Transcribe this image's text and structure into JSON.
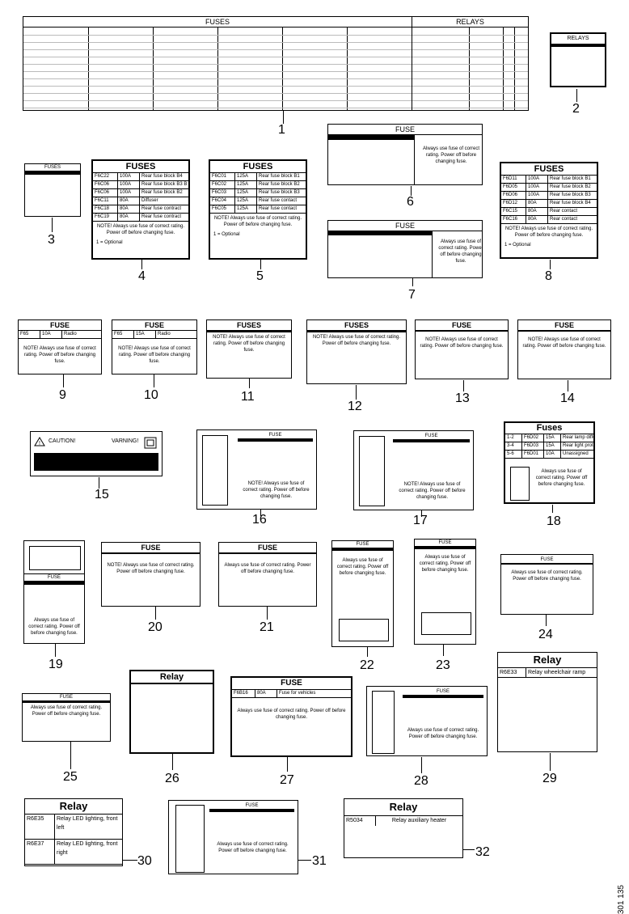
{
  "doc_code": "301 135",
  "callouts": [
    "1",
    "2",
    "3",
    "4",
    "5",
    "6",
    "7",
    "8",
    "9",
    "10",
    "11",
    "12",
    "13",
    "14",
    "15",
    "16",
    "17",
    "18",
    "19",
    "20",
    "21",
    "22",
    "23",
    "24",
    "25",
    "26",
    "27",
    "28",
    "29",
    "30",
    "31",
    "32"
  ],
  "label1": {
    "fuses_title": "FUSES",
    "relays_title": "RELAYS"
  },
  "label2": {
    "title": "RELAYS"
  },
  "label3": {
    "title": "FUSES"
  },
  "label4": {
    "title": "FUSES",
    "rows": [
      {
        "code": "F6C22",
        "rating": "100A",
        "desc": "Rear fuse block B4"
      },
      {
        "code": "F6C06",
        "rating": "100A",
        "desc": "Rear fuse block B3 B"
      },
      {
        "code": "F6C06",
        "rating": "100A",
        "desc": "Rear fuse block B2"
      },
      {
        "code": "F6C11",
        "rating": "80A",
        "desc": "Diffuser"
      },
      {
        "code": "F6C18",
        "rating": "80A",
        "desc": "Rear fuse contract"
      },
      {
        "code": "F6C19",
        "rating": "80A",
        "desc": "Rear fuse contract"
      }
    ],
    "note": "NOTE! Always use fuse of correct rating. Power off before changing fuse.",
    "footer": "1 = Optional"
  },
  "label5": {
    "title": "FUSES",
    "rows": [
      {
        "code": "F6C01",
        "rating": "125A",
        "desc": "Rear fuse block B1"
      },
      {
        "code": "F6C02",
        "rating": "125A",
        "desc": "Rear fuse block B2"
      },
      {
        "code": "F6C03",
        "rating": "125A",
        "desc": "Rear fuse block B3"
      },
      {
        "code": "F6C04",
        "rating": "125A",
        "desc": "Rear fuse contact"
      },
      {
        "code": "F6C05",
        "rating": "125A",
        "desc": "Rear fuse contact"
      }
    ],
    "note": "NOTE! Always use fuse of correct rating. Power off before changing fuse.",
    "footer": "1 = Optional"
  },
  "label6": {
    "title": "FUSE",
    "note": "Always use fuse of correct rating. Power off before changing fuse."
  },
  "label7": {
    "title": "FUSE",
    "note": "Always use fuse of correct rating. Power off before changing fuse."
  },
  "label8": {
    "title": "FUSES",
    "rows": [
      {
        "code": "F6D11",
        "rating": "100A",
        "desc": "Rear fuse block B1"
      },
      {
        "code": "F6D05",
        "rating": "100A",
        "desc": "Rear fuse block B2"
      },
      {
        "code": "F6D06",
        "rating": "100A",
        "desc": "Rear fuse block B3"
      },
      {
        "code": "F6D12",
        "rating": "80A",
        "desc": "Rear fuse block B4"
      },
      {
        "code": "F6C15",
        "rating": "80A",
        "desc": "Rear contact"
      },
      {
        "code": "F6C16",
        "rating": "80A",
        "desc": "Rear contact"
      }
    ],
    "note": "NOTE! Always use fuse of correct rating. Power off before changing fuse.",
    "footer": "1 = Optional"
  },
  "label9": {
    "title": "FUSE",
    "code": "F65",
    "rating": "10A",
    "desc": "Radio",
    "note": "NOTE! Always use fuse of correct rating. Power off before changing fuse."
  },
  "label10": {
    "title": "FUSE",
    "code": "F65",
    "rating": "15A",
    "desc": "Radio",
    "note": "NOTE! Always use fuse of correct rating. Power off before changing fuse."
  },
  "label11": {
    "title": "FUSES",
    "note": "NOTE! Always use fuse of correct rating. Power off before changing fuse."
  },
  "label12": {
    "title": "FUSES",
    "note": "NOTE! Always use fuse of correct rating. Power off before changing fuse."
  },
  "label13": {
    "title": "FUSE",
    "note": "NOTE! Always use fuse of correct rating. Power off before changing fuse."
  },
  "label14": {
    "title": "FUSE",
    "note": "NOTE! Always use fuse of correct rating. Power off before changing fuse."
  },
  "label15": {
    "left_title": "CAUTION!",
    "right_title": "VARNING!"
  },
  "label16": {
    "title": "FUSE",
    "note": "NOTE! Always use fuse of correct rating. Power off before changing fuse."
  },
  "label17": {
    "title": "FUSE",
    "note": "NOTE! Always use fuse of correct rating. Power off before changing fuse."
  },
  "label18": {
    "title": "Fuses",
    "rows": [
      {
        "pos": "1-2",
        "code": "F6D02",
        "rating": "15A",
        "desc": "Rear lamp difference"
      },
      {
        "pos": "3-4",
        "code": "F6D03",
        "rating": "15A",
        "desc": "Rear light protector"
      },
      {
        "pos": "5-6",
        "code": "F6D01",
        "rating": "10A",
        "desc": "Unassigned"
      }
    ],
    "note": "Always use fuse of correct rating. Power off before changing fuse."
  },
  "label19": {
    "title": "FUSE",
    "note": "Always use fuse of correct rating. Power off before changing fuse."
  },
  "label20": {
    "title": "FUSE",
    "note": "NOTE! Always use fuse of correct rating. Power off before changing fuse."
  },
  "label21": {
    "title": "FUSE",
    "note": "Always use fuse of correct rating. Power off before changing fuse."
  },
  "label22": {
    "title": "FUSE",
    "note": "Always use fuse of correct rating. Power off before changing fuse."
  },
  "label23": {
    "title": "FUSE",
    "note": "Always use fuse of correct rating. Power off before changing fuse."
  },
  "label24": {
    "title": "FUSE",
    "note": "Always use fuse of correct rating. Power off before changing fuse."
  },
  "label25": {
    "title": "FUSE",
    "note": "Always use fuse of correct rating. Power off before changing fuse."
  },
  "label26": {
    "title": "Relay"
  },
  "label27": {
    "title": "FUSE",
    "code": "F6B16",
    "rating": "80A",
    "desc": "Fuse for vehicles",
    "note": "Always use fuse of correct rating. Power off before changing fuse."
  },
  "label28": {
    "title": "FUSE",
    "note": "Always use fuse of correct rating. Power off before changing fuse."
  },
  "label29": {
    "title": "Relay",
    "code": "R6E33",
    "desc": "Relay wheelchair ramp"
  },
  "label30": {
    "title": "Relay",
    "rows": [
      {
        "code": "R6E35",
        "desc": "Relay LED lighting, front left"
      },
      {
        "code": "R6E37",
        "desc": "Relay LED lighting, front right"
      }
    ]
  },
  "label31": {
    "title": "FUSE",
    "note": "Always use fuse of correct rating. Power off before changing fuse."
  },
  "label32": {
    "title": "Relay",
    "code": "R5034",
    "desc": "Relay auxiliary heater"
  }
}
